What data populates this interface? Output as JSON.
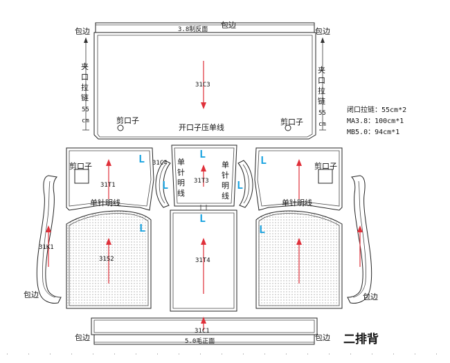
{
  "labels": {
    "baobian_tc": "包边",
    "baobian_tl": "包边",
    "baobian_tr": "包边",
    "zhifanmian": "3.8制反面",
    "zip_left": "夹口拉链55cm",
    "zip_right": "夹口拉链55cm",
    "c3_code": "31C3",
    "jiankouzi_l": "剪口子",
    "jiankouzi_r": "剪口子",
    "kaikouzi": "开口子压单线",
    "jiankouzi_t1": "剪口子",
    "jiankouzi_t2": "剪口子",
    "t1_code": "31T1",
    "c4_code": "31C4",
    "danzhen_l": "单针明线",
    "danzhen_r": "单针明线",
    "t3_code": "31T3",
    "danzhen_t1": "单针明线",
    "danzhen_t2": "单针明线",
    "k1_code": "31K1",
    "s2_code": "31S2",
    "t4_code": "31T4",
    "baobian_bl": "包边",
    "baobian_br": "包边",
    "c1_code": "31C1",
    "maozhengmian": "5.0毛正面",
    "baobian_bbl": "包边",
    "baobian_bbr": "包边",
    "title": "二排背",
    "L": "L"
  },
  "specs": [
    "闭口拉链：55cm*2",
    "MA3.8：100cm*1",
    "MB5.0：94cm*1"
  ]
}
